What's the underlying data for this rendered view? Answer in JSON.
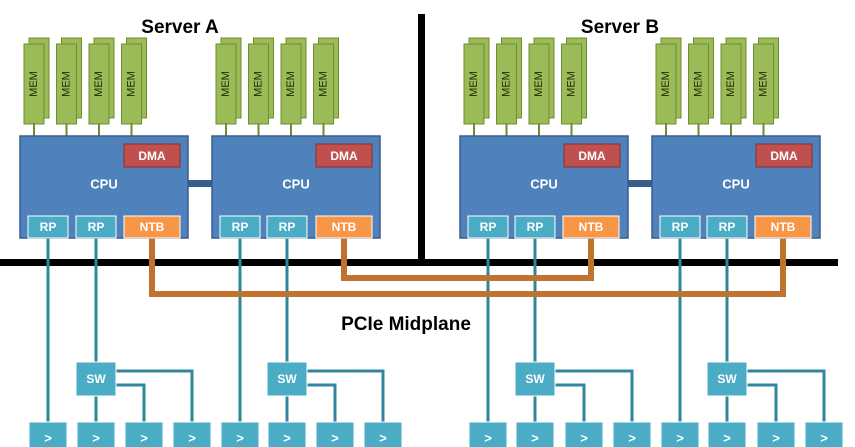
{
  "server_a": {
    "title": "Server A"
  },
  "server_b": {
    "title": "Server B"
  },
  "midplane": {
    "label": "PCIe Midplane"
  },
  "labels": {
    "mem": "MEM",
    "dma": "DMA",
    "cpu": "CPU",
    "rp": "RP",
    "ntb": "NTB",
    "sw": "SW",
    "dev": ">"
  },
  "colors": {
    "mem_fill": "#9bbb59",
    "mem_border": "#6f8c2f",
    "cpu_fill": "#4f81bd",
    "cpu_border": "#385d8a",
    "dma_fill": "#c0504d",
    "rp_fill": "#4bacc6",
    "ntb_fill": "#f79646",
    "ntb_link": "#c0732f",
    "pcie_line": "#31859c",
    "divider": "#000000"
  },
  "icons": {
    "device": "chevron-icon"
  }
}
